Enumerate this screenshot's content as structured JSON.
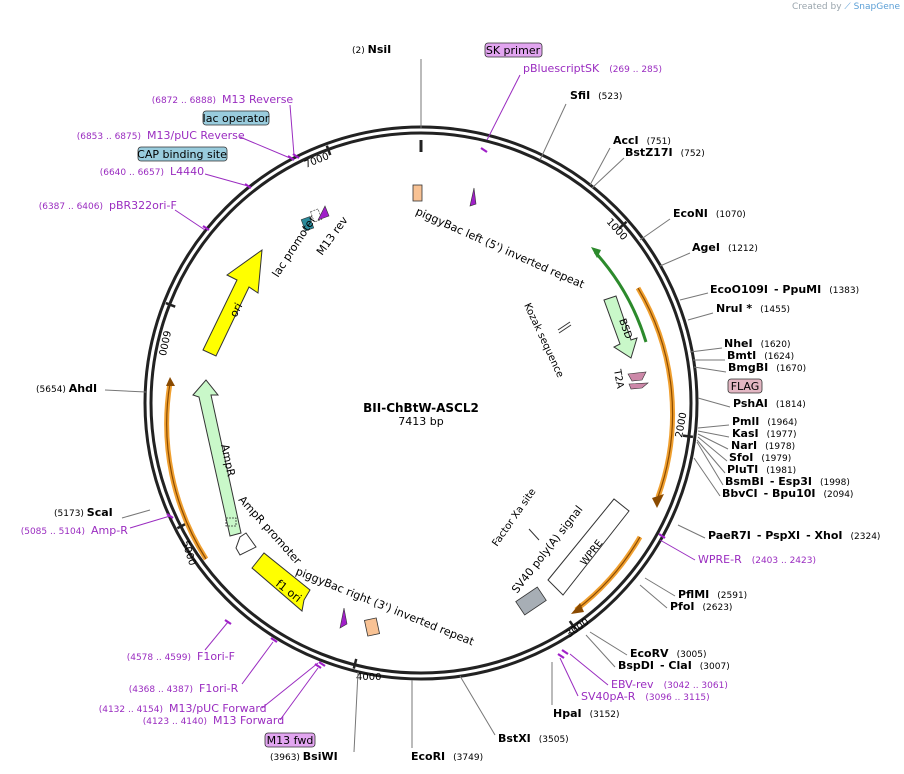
{
  "brand": {
    "prefix": "Created by",
    "name": "SnapGene"
  },
  "title": "BII-ChBtW-ASCL2",
  "length": "7413 bp",
  "ticks": [
    "1000",
    "2000",
    "3000",
    "4000",
    "5000",
    "6000",
    "7000"
  ],
  "cut_sites": [
    {
      "name": "NsiI",
      "pos": "(2)"
    },
    {
      "name": "SfiI",
      "pos": "(523)"
    },
    {
      "name": "AccI",
      "pos": "(751)"
    },
    {
      "name": "BstZ17I",
      "pos": "(752)"
    },
    {
      "name": "EcoNI",
      "pos": "(1070)"
    },
    {
      "name": "AgeI",
      "pos": "(1212)"
    },
    {
      "name": "EcoO109I",
      "name2": "- PpuMI",
      "pos": "(1383)"
    },
    {
      "name": "NruI *",
      "pos": "(1455)"
    },
    {
      "name": "NheI",
      "pos": "(1620)"
    },
    {
      "name": "BmtI",
      "pos": "(1624)"
    },
    {
      "name": "BmgBI",
      "pos": "(1670)"
    },
    {
      "name": "PshAI",
      "pos": "(1814)"
    },
    {
      "name": "PmlI",
      "pos": "(1964)"
    },
    {
      "name": "KasI",
      "pos": "(1977)"
    },
    {
      "name": "NarI",
      "pos": "(1978)"
    },
    {
      "name": "SfoI",
      "pos": "(1979)"
    },
    {
      "name": "PluTI",
      "pos": "(1981)"
    },
    {
      "name": "BsmBI",
      "name2": "- Esp3I",
      "pos": "(1998)"
    },
    {
      "name": "BbvCI",
      "name2": "- Bpu10I",
      "pos": "(2094)"
    },
    {
      "name": "PaeR7I",
      "name2": "- PspXI",
      "name3": "- XhoI",
      "pos": "(2324)"
    },
    {
      "name": "PflMI",
      "pos": "(2591)"
    },
    {
      "name": "PfoI",
      "pos": "(2623)"
    },
    {
      "name": "EcoRV",
      "pos": "(3005)"
    },
    {
      "name": "BspDI",
      "name2": "- ClaI",
      "pos": "(3007)"
    },
    {
      "name": "HpaI",
      "pos": "(3152)"
    },
    {
      "name": "BstXI",
      "pos": "(3505)"
    },
    {
      "name": "EcoRI",
      "pos": "(3749)"
    },
    {
      "name": "BsiWI",
      "pos": "(3963)"
    },
    {
      "name": "ScaI",
      "pos": "(5173)"
    },
    {
      "name": "AhdI",
      "pos": "(5654)"
    }
  ],
  "primers": [
    {
      "name": "pBluescriptSK",
      "range": "(269 .. 285)"
    },
    {
      "name": "WPRE-R",
      "range": "(2403 .. 2423)"
    },
    {
      "name": "EBV-rev",
      "range": "(3042 .. 3061)"
    },
    {
      "name": "SV40pA-R",
      "range": "(3096 .. 3115)"
    },
    {
      "name": "F1ori-F",
      "range": "(4578 .. 4599)"
    },
    {
      "name": "F1ori-R",
      "range": "(4368 .. 4387)"
    },
    {
      "name": "M13/pUC Forward",
      "range": "(4132 .. 4154)"
    },
    {
      "name": "M13 Forward",
      "range": "(4123 .. 4140)"
    },
    {
      "name": "Amp-R",
      "range": "(5085 .. 5104)"
    },
    {
      "name": "pBR322ori-F",
      "range": "(6387 .. 6406)"
    },
    {
      "name": "L4440",
      "range": "(6640 .. 6657)"
    },
    {
      "name": "M13/pUC Reverse",
      "range": "(6853 .. 6875)"
    },
    {
      "name": "M13 Reverse",
      "range": "(6872 .. 6888)"
    }
  ],
  "boxed_labels": [
    "SK primer",
    "lac operator",
    "CAP binding site",
    "FLAG",
    "M13 fwd"
  ],
  "features": [
    "piggyBac left (5') inverted repeat",
    "Kozak sequence",
    "BSD",
    "T2A",
    "WPRE",
    "SV40 poly(A) signal",
    "Factor Xa site",
    "piggyBac right (3') inverted repeat",
    "f1 ori",
    "AmpR promoter",
    "AmpR",
    "ori",
    "lac promoter",
    "M13 rev"
  ],
  "colors": {
    "ring": "#222222",
    "orf_yellow": "#ffff00",
    "amp_green": "#c9f8c9",
    "bsd_green": "#c9f8c9",
    "orange": "#f0a030",
    "purple": "#a020c8",
    "primer_text": "#9a2cc0",
    "sk_box": "#e2a5f0",
    "lac_box": "#99ccdd",
    "flag_box": "#e3b7c3",
    "polyA": "#a7aeb5",
    "term": "#f8c294"
  }
}
